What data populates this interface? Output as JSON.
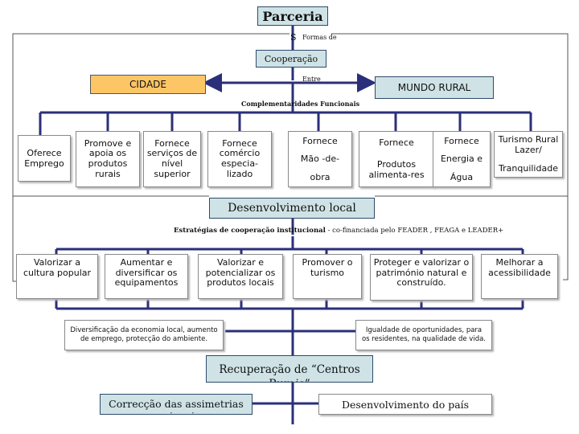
{
  "top": {
    "parceria": "Parceria",
    "s_mark": "S",
    "formas_de": "Formas de",
    "cooperacao": "Cooperação",
    "entre": "Entre",
    "cidade": "CIDADE",
    "mundo_rural": "MUNDO RURAL",
    "complementaridades": "Complementaridades Funcionais"
  },
  "row1": {
    "oferece": "Oferece Emprego",
    "promove": "Promove e apoia os produtos rurais",
    "fornece_servicos": "Fornece serviços de nível superior",
    "fornece_comercio": "Fornece comércio especia-lizado",
    "mao_fornece": "Fornece",
    "mao_line": "Mão -de-",
    "mao_obra": "obra",
    "alimentares_fornece": "Fornece",
    "alimentares_text": "Produtos alimenta-res",
    "energia_fornece": "Fornece",
    "energia_line": "Energia e",
    "energia_agua": "Água",
    "turismo_line1": "Turismo Rural Lazer/",
    "turismo_line2": "Tranquilidade"
  },
  "middle": {
    "desenvolvimento_local": "Desenvolvimento local",
    "estrategias": "Estratégias de cooperação institucional",
    "cofinanciada": " -  co-financiada pelo  FEADER , FEAGA e LEADER+"
  },
  "row2": {
    "valorizar_cultura": "Valorizar a cultura popular",
    "aumentar": "Aumentar e diversificar os equipamentos",
    "valorizar_produtos": "Valorizar e potencializar os produtos locais",
    "promover": "Promover o turismo",
    "proteger": "Proteger e valorizar o património natural e construído.",
    "melhorar": "Melhorar a acessibilidade"
  },
  "row3": {
    "diversificacao": "Diversificação da economia local, aumento de emprego, protecção do ambiente.",
    "igualdade": "Igualdade de oportunidades, para os residentes, na qualidade de vida."
  },
  "bottom": {
    "recuperacao": "Recuperação de “Centros Rurais”",
    "correccao": "Correcção das assimetrias regionais",
    "desenvolvimento_pais": "Desenvolvimento do país"
  },
  "colors": {
    "teal_fill": "#cfe3e6",
    "orange_fill": "#fcc667",
    "line_blue": "#2b2f7a",
    "line_gray": "#555555"
  }
}
